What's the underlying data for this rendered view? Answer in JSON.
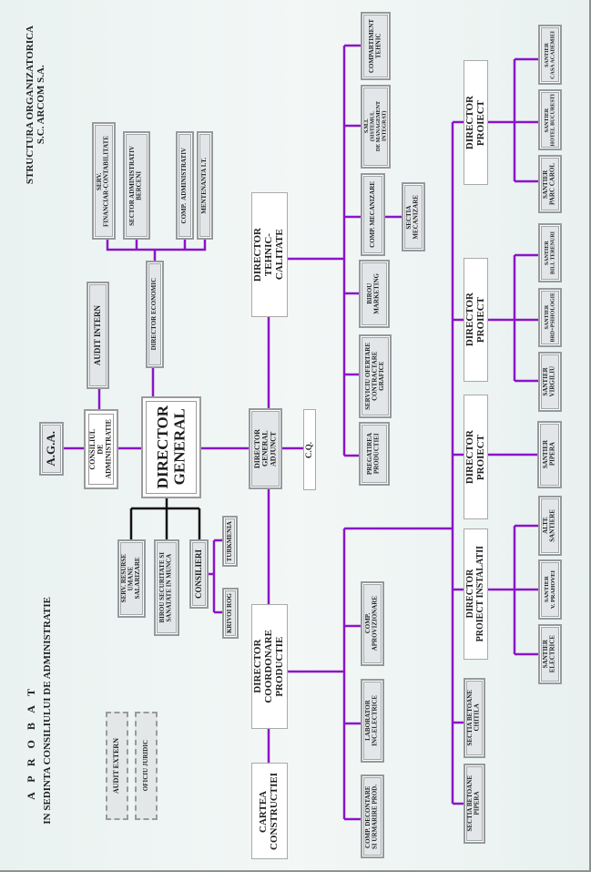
{
  "header": {
    "title": "STRUCTURA ORGANIZATORICA\nS.C. ARCOM S.A.",
    "approval_title": "A P R O B A T",
    "approval_subtitle": "IN SEDINTA CONSILIULUI DE ADMINISTRATIE"
  },
  "colors": {
    "connector": "#8a14c8",
    "connector_black": "#111111"
  },
  "nodes": {
    "aga": "A.G.A.",
    "consiliul": "CONSILIUL\nDE\nADMINISTRATIE",
    "audit_intern": "AUDIT INTERN",
    "director_general": "DIRECTOR\nGENERAL",
    "director_economic": "DIRECTOR ECONOMIC",
    "serv_financiar": "SERV.\nFINANCIAR-CONTABILITATE",
    "sector_administrativ": "SECTOR ADMINISTRATIV\nBERCENI",
    "comp_administrativ": "COMP.  ADMINISTRATIV",
    "mentenanta": "MENTENANTA I.T.",
    "serv_resurse": "SERV. RESURSE\nUMANE\nSALARIZARE",
    "birou_securitate": "BIROU SECURITATE SI\nSANATATE IN MUNCA",
    "consilieri": "CONSILIERI",
    "turkmenia": "TURKMENIA",
    "krivoi_rog": "KRIVOI ROG",
    "director_general_adjunct": "DIRECTOR\nGENERAL\nADJUNCT",
    "cq": "C.Q.",
    "director_tehnic": "DIRECTOR\nTEHNIC-\nCALITATE",
    "compartiment_tehnic": "COMPARTIMENT\nTEHNIC",
    "smi": "S.M.I.\n(SISTEMUL\nDE MANAGEMENT\nINTEGRAT)",
    "comp_mecanizare": "COMP. MECANIZARE",
    "sectia_mecanizare": "SECTIA\nMECANIZARE",
    "birou_marketing": "BIROU\nMARKETING",
    "serviciu_ofertare": "SERVICIU OFERTARE\nCONTRACTARE\nGRAFICE",
    "pregatirea_productiei": "PREGATIREA\nPRODUCTIEI",
    "director_coordonare": "DIRECTOR\nCOORDONARE\nPRODUCTIE",
    "cartea_constructiei": "CARTEA\nCONSTRUCTIEI",
    "comp_aprovizionare": "COMP.\nAPROVIZIONARE",
    "laborator": "LABORATOR\nINC.ELECTRICE",
    "comp_decontare": "COMP. DECONTARE\nSI URMARIRE PROD.",
    "director_proiect_1": "DIRECTOR\nPROIECT",
    "director_proiect_2": "DIRECTOR\nPROIECT",
    "director_proiect_3": "DIRECTOR\nPROIECT",
    "director_proiect_instalatii": "DIRECTOR\nPROIECT INSTALATII",
    "sectia_betoane_chitila": "SECTIA BETOANE\nCHITILA",
    "sectia_betoane_pipera": "SECTIA BETOANE\nPIPERA",
    "santier_casa_academiei": "SANTIER\nCASA ACADEMIEI",
    "santier_hotel_bucuresti": "SANTIER\nHOTEL BUCURESTI",
    "santier_parc_carol": "SANTIER\nPARC CAROL",
    "santier_bill_terenuri": "SANTIER\nBILL TERENURI",
    "santier_brd": "SANTIER\nBRD+PSIHOLOGIE",
    "santier_virgiliu": "SANTIER\nVIRGILIU",
    "santier_pipera": "SANTIER\nPIPERA",
    "alte_santiere": "ALTE\nSANTIERE",
    "santier_prahovei": "SANTIER\nV. PRAHOVEI",
    "santier_electrice": "SANTIER\nELECTRICE",
    "audit_extern": "AUDIT EXTERN",
    "oficiu_juridic": "OFICIU JURIDIC"
  }
}
